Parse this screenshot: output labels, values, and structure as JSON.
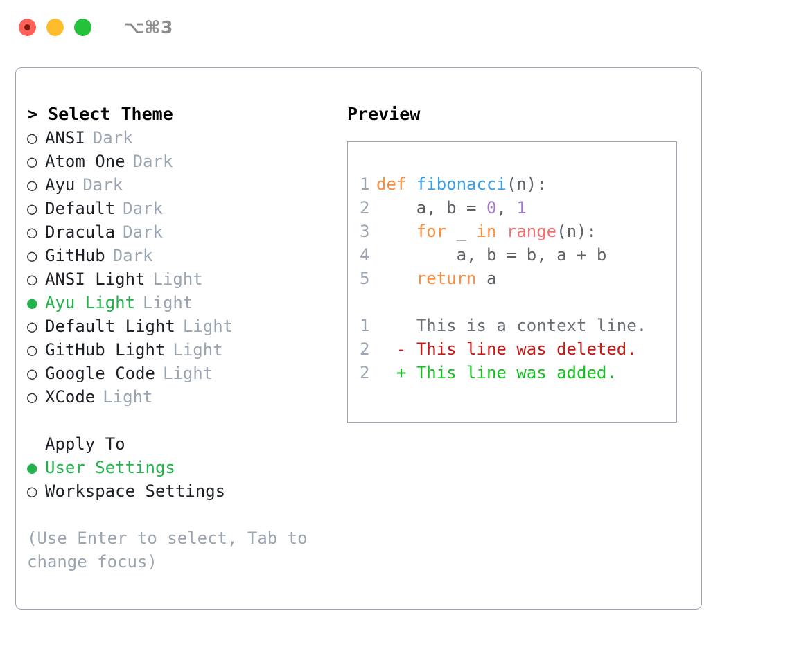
{
  "titlebar": {
    "shortcut": "⌥⌘3",
    "buttons": [
      "close",
      "minimize",
      "maximize"
    ]
  },
  "theme_section": {
    "caret": ">",
    "heading": "Select Theme",
    "marker_unselected": "○",
    "marker_selected": "●",
    "options": [
      {
        "label": "ANSI",
        "tag": "Dark",
        "selected": false
      },
      {
        "label": "Atom One",
        "tag": "Dark",
        "selected": false
      },
      {
        "label": "Ayu",
        "tag": "Dark",
        "selected": false
      },
      {
        "label": "Default",
        "tag": "Dark",
        "selected": false
      },
      {
        "label": "Dracula",
        "tag": "Dark",
        "selected": false
      },
      {
        "label": "GitHub",
        "tag": "Dark",
        "selected": false
      },
      {
        "label": "ANSI Light",
        "tag": "Light",
        "selected": false
      },
      {
        "label": "Ayu Light",
        "tag": "Light",
        "selected": true
      },
      {
        "label": "Default Light",
        "tag": "Light",
        "selected": false
      },
      {
        "label": "GitHub Light",
        "tag": "Light",
        "selected": false
      },
      {
        "label": "Google Code",
        "tag": "Light",
        "selected": false
      },
      {
        "label": "XCode",
        "tag": "Light",
        "selected": false
      }
    ]
  },
  "apply_section": {
    "heading": "Apply To",
    "options": [
      {
        "label": "User Settings",
        "selected": true
      },
      {
        "label": "Workspace Settings",
        "selected": false
      }
    ]
  },
  "hint": "(Use Enter to select, Tab to change focus)",
  "preview": {
    "heading": "Preview",
    "code_lines": [
      {
        "number": "1",
        "tokens": [
          {
            "text": "def ",
            "type": "keyword"
          },
          {
            "text": "fibonacci",
            "type": "function"
          },
          {
            "text": "(n):",
            "type": "plain"
          }
        ]
      },
      {
        "number": "2",
        "tokens": [
          {
            "text": "    a, b = ",
            "type": "plain"
          },
          {
            "text": "0",
            "type": "number"
          },
          {
            "text": ", ",
            "type": "plain"
          },
          {
            "text": "1",
            "type": "number"
          }
        ]
      },
      {
        "number": "3",
        "tokens": [
          {
            "text": "    ",
            "type": "plain"
          },
          {
            "text": "for",
            "type": "keyword"
          },
          {
            "text": " _ ",
            "type": "plain"
          },
          {
            "text": "in",
            "type": "keyword"
          },
          {
            "text": " ",
            "type": "plain"
          },
          {
            "text": "range",
            "type": "builtin"
          },
          {
            "text": "(n):",
            "type": "plain"
          }
        ]
      },
      {
        "number": "4",
        "tokens": [
          {
            "text": "        a, b = b, a + b",
            "type": "plain"
          }
        ]
      },
      {
        "number": "5",
        "tokens": [
          {
            "text": "    ",
            "type": "plain"
          },
          {
            "text": "return",
            "type": "keyword"
          },
          {
            "text": " a",
            "type": "plain"
          }
        ]
      }
    ],
    "diff_lines": [
      {
        "number": "1",
        "sign": " ",
        "text": "This is a context line.",
        "type": "context"
      },
      {
        "number": "2",
        "sign": "-",
        "text": "This line was deleted.",
        "type": "deleted"
      },
      {
        "number": "2",
        "sign": "+",
        "text": "This line was added.",
        "type": "added"
      }
    ]
  },
  "colors": {
    "accent_green": "#22b24c",
    "muted_gray": "#9aa5b1",
    "border": "#9aa5b1",
    "keyword": "#fa8d3e",
    "function": "#399ee6",
    "number": "#a37acc",
    "builtin": "#f07171",
    "plain": "#5c6166",
    "diff_deleted": "#c41a16",
    "diff_added": "#14c020"
  }
}
